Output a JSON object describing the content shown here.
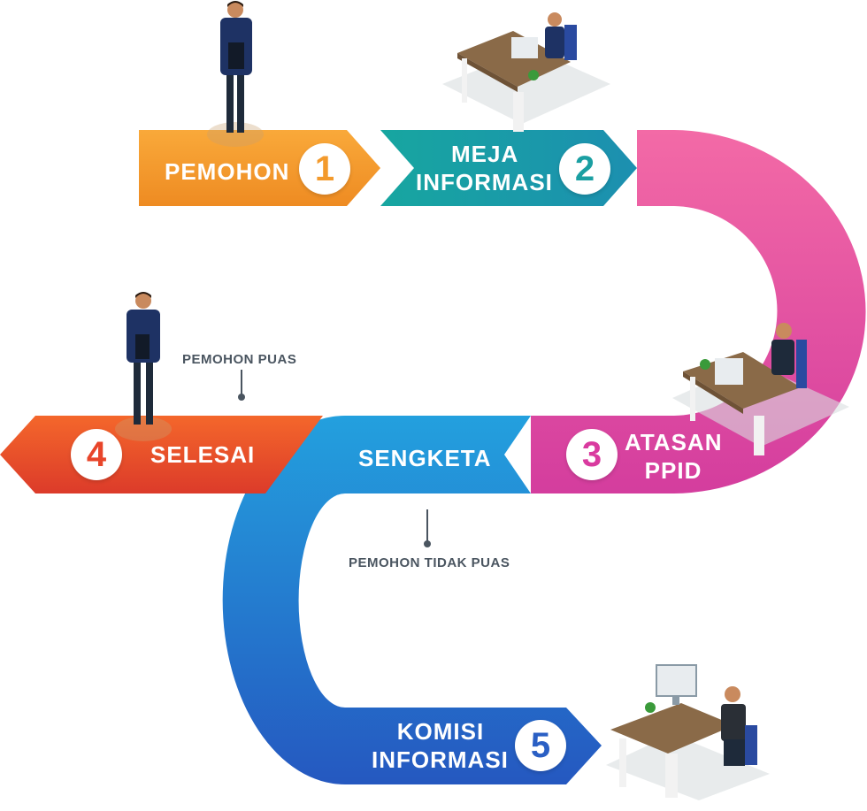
{
  "steps": [
    {
      "number": "1",
      "label": "PEMOHON",
      "color": "#f39a2c"
    },
    {
      "number": "2",
      "label_line1": "MEJA",
      "label_line2": "INFORMASI",
      "color": "#1a9fa2"
    },
    {
      "number": "3",
      "label_line1": "ATASAN",
      "label_line2": "PPID",
      "color": "#d93a9f"
    },
    {
      "number": "4",
      "label": "SELESAI",
      "color": "#e8452a"
    },
    {
      "number": "5",
      "label_line1": "KOMISI",
      "label_line2": "INFORMASI",
      "color": "#2a5fc4"
    }
  ],
  "sengketa_label": "SENGKETA",
  "notes": {
    "puas": "PEMOHON PUAS",
    "tidak_puas": "PEMOHON TIDAK PUAS"
  },
  "figures": [
    "person-standing-icon",
    "person-at-desk-icon"
  ]
}
